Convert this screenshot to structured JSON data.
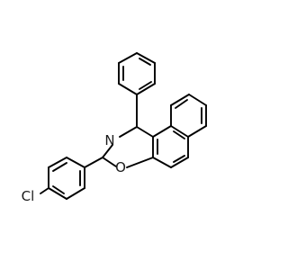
{
  "molecule": {
    "atoms": {
      "nitrogen": "N",
      "oxygen": "O",
      "chlorine": "Cl"
    },
    "colors": {
      "bond": "#000000",
      "label": "#1a1a1a",
      "background": "#ffffff"
    }
  }
}
